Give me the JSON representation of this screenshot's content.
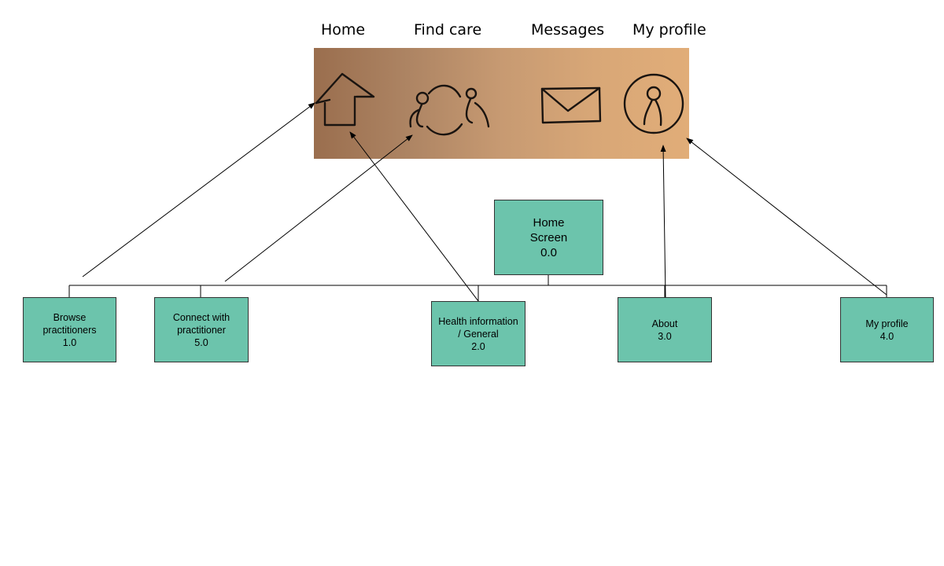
{
  "nav": {
    "labels": [
      "Home",
      "Find care",
      "Messages",
      "My profile"
    ]
  },
  "sketch_icons": [
    "home-icon",
    "people-connect-icon",
    "envelope-icon",
    "person-circle-icon"
  ],
  "root": {
    "line1": "Home",
    "line2": "Screen",
    "line3": "0.0"
  },
  "nodes": [
    {
      "id": "browse",
      "line1": "Browse",
      "line2": "practitioners",
      "line3": "1.0"
    },
    {
      "id": "connect",
      "line1": "Connect with",
      "line2": "practitioner",
      "line3": "5.0"
    },
    {
      "id": "health",
      "line1": "Health information",
      "line2": "/ General",
      "line3": "2.0"
    },
    {
      "id": "about",
      "line1": "About",
      "line2": "3.0"
    },
    {
      "id": "profile",
      "line1": "My profile",
      "line2": "4.0"
    }
  ],
  "colors": {
    "node_fill": "#6cc4ac",
    "node_border": "#333333",
    "line": "#000000"
  }
}
